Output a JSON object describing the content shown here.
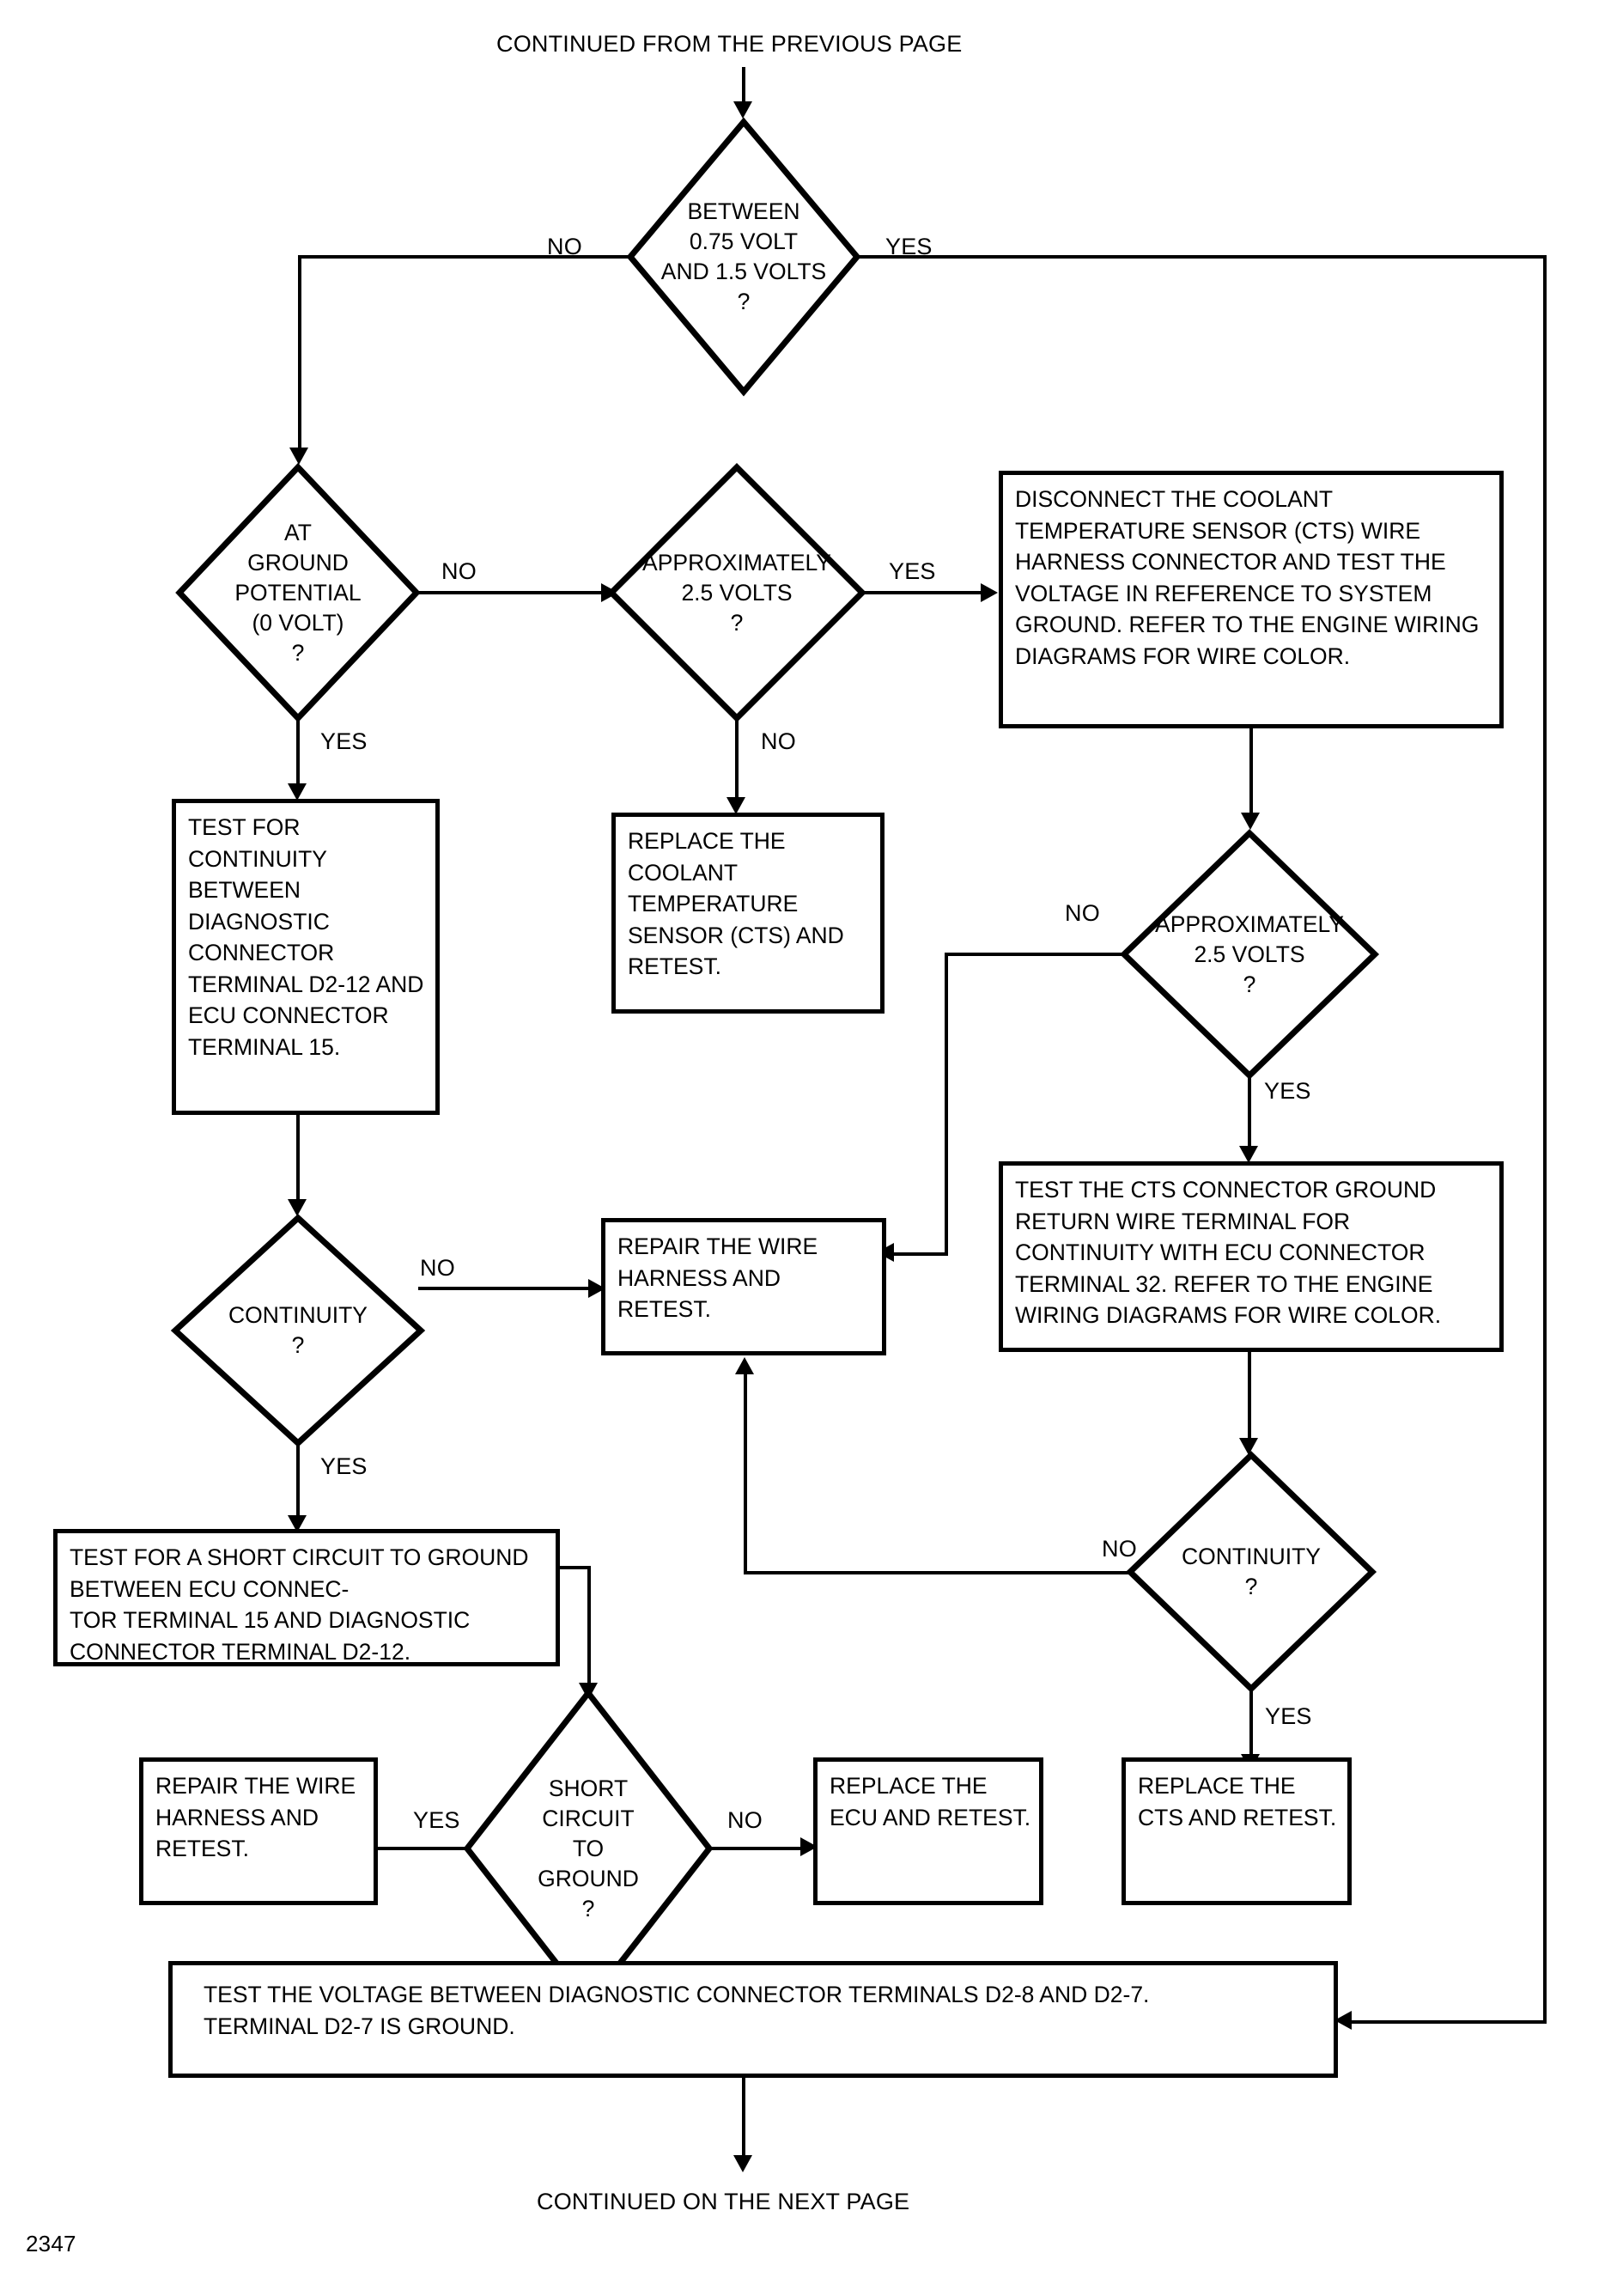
{
  "page": {
    "number": "2347",
    "top_note": "CONTINUED FROM THE PREVIOUS PAGE",
    "bottom_note": "CONTINUED ON THE NEXT PAGE"
  },
  "chart_data": {
    "type": "diagram",
    "title": "Coolant Temperature Sensor (CTS) diagnostic flowchart",
    "nodes": [
      {
        "id": "d1",
        "shape": "decision",
        "text": "BETWEEN\n0.75 VOLT\nAND 1.5 VOLTS\n?"
      },
      {
        "id": "d2",
        "shape": "decision",
        "text": "AT\nGROUND\nPOTENTIAL\n(0 VOLT)\n?"
      },
      {
        "id": "d3",
        "shape": "decision",
        "text": "APPROXIMATELY\n2.5 VOLTS\n?"
      },
      {
        "id": "p1",
        "shape": "process",
        "text": "DISCONNECT THE COOLANT TEMPERATURE SENSOR (CTS) WIRE HARNESS CONNECTOR AND TEST THE VOLTAGE IN REFERENCE TO SYSTEM GROUND. REFER TO THE ENGINE WIRING DIAGRAMS FOR WIRE COLOR."
      },
      {
        "id": "p2",
        "shape": "process",
        "text": "TEST FOR CONTINUITY BETWEEN DIAGNOSTIC CONNECTOR TERMINAL D2-12 AND ECU CONNECTOR TERMINAL 15."
      },
      {
        "id": "p3",
        "shape": "process",
        "text": "REPLACE THE COOLANT TEMPERATURE SENSOR (CTS) AND RETEST."
      },
      {
        "id": "d4",
        "shape": "decision",
        "text": "APPROXIMATELY\n2.5 VOLTS\n?"
      },
      {
        "id": "p4",
        "shape": "process",
        "text": "TEST THE CTS CONNECTOR GROUND RETURN WIRE TERMINAL FOR CONTINUITY WITH ECU CONNECTOR TERMINAL 32. REFER TO THE ENGINE WIRING DIAGRAMS FOR WIRE COLOR."
      },
      {
        "id": "d5",
        "shape": "decision",
        "text": "CONTINUITY\n?"
      },
      {
        "id": "p5",
        "shape": "process",
        "text": "REPAIR THE WIRE HARNESS AND RETEST."
      },
      {
        "id": "p6",
        "shape": "process",
        "text": "TEST FOR A SHORT CIRCUIT TO GROUND BETWEEN ECU CONNEC-\nTOR TERMINAL 15 AND DIAGNOSTIC CONNECTOR TERMINAL D2-12."
      },
      {
        "id": "d6",
        "shape": "decision",
        "text": "CONTINUITY\n?"
      },
      {
        "id": "d7",
        "shape": "decision",
        "text": "SHORT\nCIRCUIT\nTO\nGROUND\n?"
      },
      {
        "id": "p7",
        "shape": "process",
        "text": "REPAIR THE WIRE HARNESS AND RETEST."
      },
      {
        "id": "p8",
        "shape": "process",
        "text": "REPLACE THE ECU AND RETEST."
      },
      {
        "id": "p9",
        "shape": "process",
        "text": "REPLACE THE CTS AND RETEST."
      },
      {
        "id": "p10",
        "shape": "process",
        "text": "TEST THE VOLTAGE BETWEEN DIAGNOSTIC CONNECTOR TERMINALS D2-8 AND D2-7.\nTERMINAL D2-7 IS GROUND."
      }
    ],
    "edge_labels": {
      "d1_no": "NO",
      "d1_yes": "YES",
      "d2_no": "NO",
      "d2_yes": "YES",
      "d3_yes": "YES",
      "d3_no": "NO",
      "d4_no": "NO",
      "d4_yes": "YES",
      "d5_no": "NO",
      "d5_yes": "YES",
      "d6_no": "NO",
      "d6_yes": "YES",
      "d7_yes": "YES",
      "d7_no": "NO"
    },
    "edges": [
      {
        "from": "start",
        "to": "d1"
      },
      {
        "from": "d1",
        "to": "d2",
        "label": "NO"
      },
      {
        "from": "d1",
        "to": "p10",
        "label": "YES"
      },
      {
        "from": "d2",
        "to": "d3",
        "label": "NO"
      },
      {
        "from": "d2",
        "to": "p2",
        "label": "YES"
      },
      {
        "from": "d3",
        "to": "p1",
        "label": "YES"
      },
      {
        "from": "d3",
        "to": "p3",
        "label": "NO"
      },
      {
        "from": "p1",
        "to": "d4"
      },
      {
        "from": "d4",
        "to": "p5",
        "label": "NO"
      },
      {
        "from": "d4",
        "to": "p4",
        "label": "YES"
      },
      {
        "from": "p4",
        "to": "d6"
      },
      {
        "from": "d6",
        "to": "p5",
        "label": "NO"
      },
      {
        "from": "d6",
        "to": "p9",
        "label": "YES"
      },
      {
        "from": "p2",
        "to": "d5"
      },
      {
        "from": "d5",
        "to": "p5",
        "label": "NO"
      },
      {
        "from": "d5",
        "to": "p6",
        "label": "YES"
      },
      {
        "from": "p6",
        "to": "d7"
      },
      {
        "from": "d7",
        "to": "p7",
        "label": "YES"
      },
      {
        "from": "d7",
        "to": "p8",
        "label": "NO"
      },
      {
        "from": "p10",
        "to": "end"
      }
    ]
  }
}
